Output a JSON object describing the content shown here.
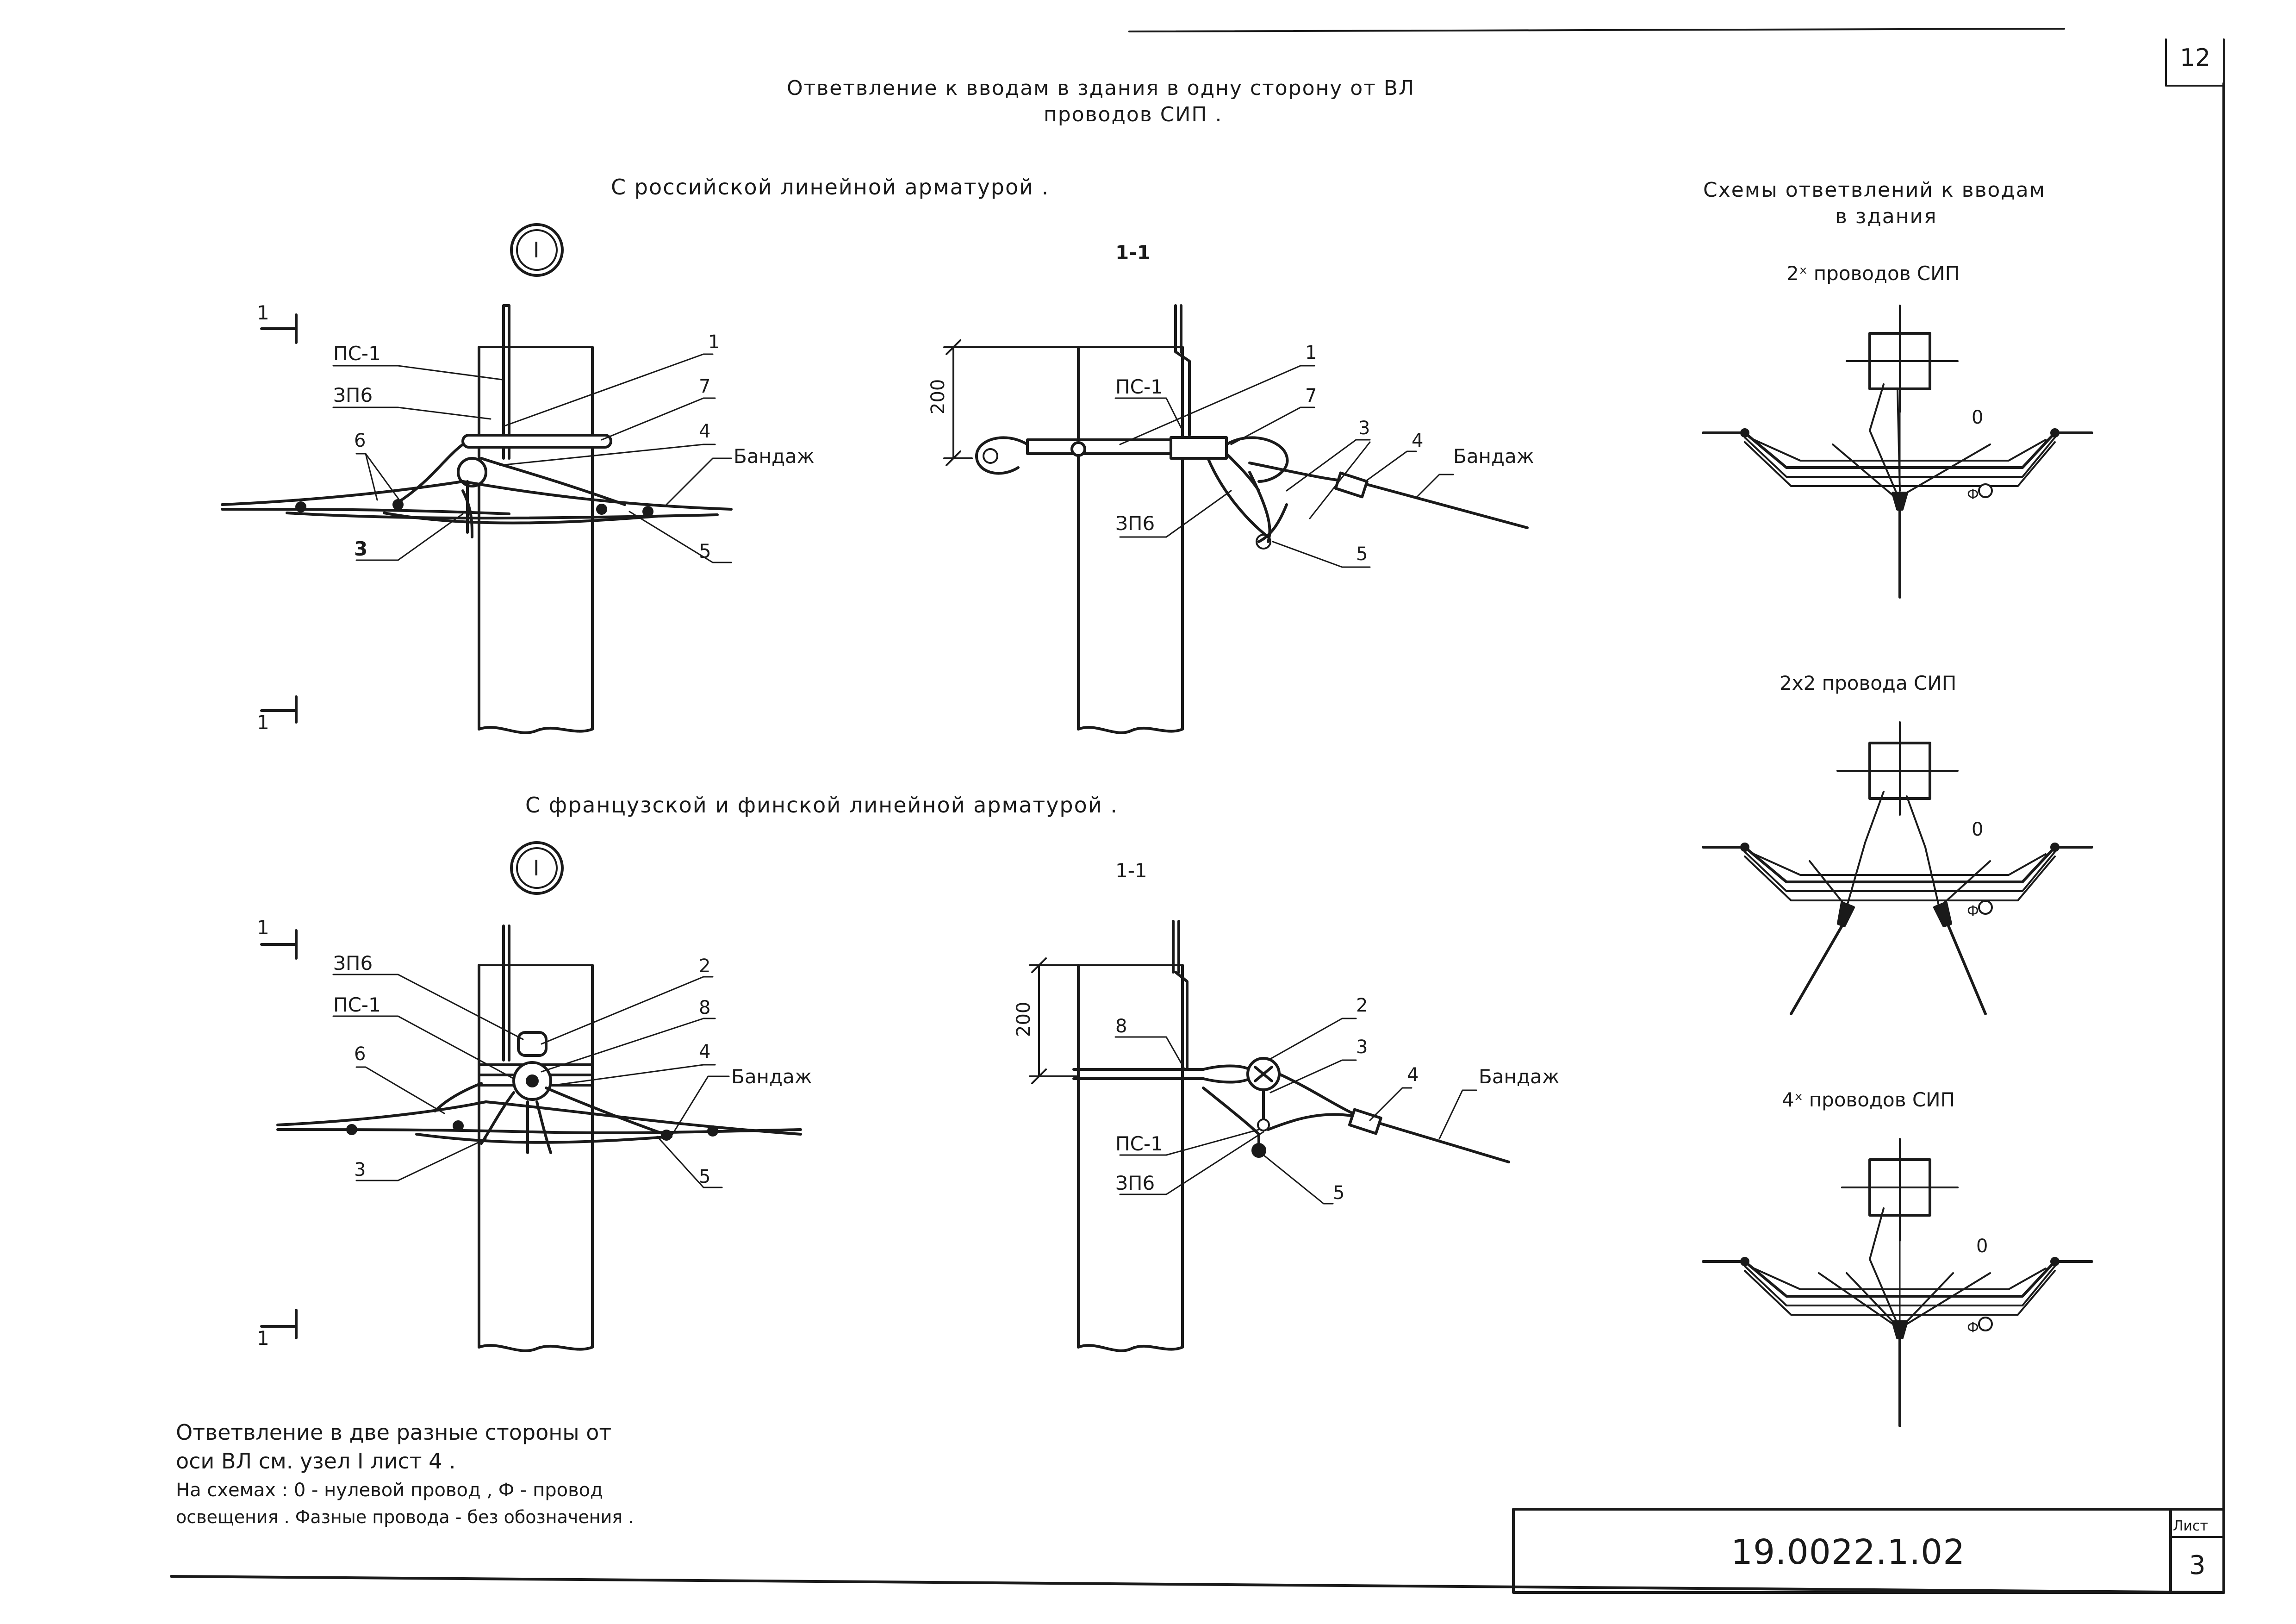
{
  "sheet": {
    "corner_number": "12",
    "title_line1": "Ответвление к вводам в здания в одну сторону от ВЛ",
    "title_line2": "проводов СИП .",
    "doc_code": "19.0022.1.02",
    "sheet_label": "Лист",
    "sheet_number": "3"
  },
  "top_section": {
    "heading": "С российской линейной арматурой .",
    "node_marker": "I",
    "section_title": "1-1",
    "section_mark": "1",
    "dimension": "200",
    "left_view_labels": {
      "ps": "ПС-1",
      "zp": "ЗП6",
      "n1": "1",
      "n7": "7",
      "n6": "6",
      "n4": "4",
      "bandage": "Бандаж",
      "n3": "3",
      "n5": "5"
    },
    "section_labels": {
      "ps": "ПС-1",
      "n1": "1",
      "n7": "7",
      "n3": "3",
      "n4": "4",
      "bandage": "Бандаж",
      "zp": "ЗП6",
      "n5": "5"
    }
  },
  "bottom_section": {
    "heading": "С французской и финской линейной арматурой .",
    "node_marker": "I",
    "section_title": "1-1",
    "section_mark": "1",
    "dimension": "200",
    "left_view_labels": {
      "zp": "ЗП6",
      "n2": "2",
      "ps": "ПС-1",
      "n8": "8",
      "n6": "6",
      "n4": "4",
      "bandage": "Бандаж",
      "n3": "3",
      "n5": "5"
    },
    "section_labels": {
      "n2": "2",
      "n8": "8",
      "n3": "3",
      "n4": "4",
      "bandage": "Бандаж",
      "ps": "ПС-1",
      "zp": "ЗП6",
      "n5": "5"
    }
  },
  "schemes": {
    "heading_line1": "Схемы ответвлений к вводам",
    "heading_line2": "в здания",
    "scheme1_title": "2ˣ проводов СИП",
    "scheme2_title": "2x2 провода СИП",
    "scheme3_title": "4ˣ проводов СИП",
    "zero_mark": "0",
    "phi_mark": "Ф"
  },
  "notes": {
    "line1": "Ответвление в две разные стороны от",
    "line2": "оси ВЛ см. узел I лист 4 .",
    "line3": "На схемах : 0 - нулевой провод , Ф - провод",
    "line4": "освещения . Фазные провода - без обозначения ."
  }
}
